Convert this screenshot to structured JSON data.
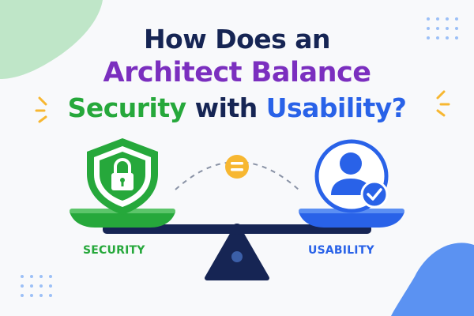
{
  "title": {
    "line1": "How Does an",
    "line2": "Architect Balance",
    "line3_part1": "Security",
    "line3_part2": " with ",
    "line3_part3": "Usability?"
  },
  "scale": {
    "left_label": "SECURITY",
    "right_label": "USABILITY",
    "center_symbol": "="
  },
  "icons": {
    "left": "shield-lock-icon",
    "right": "user-check-icon",
    "center": "equals-icon"
  },
  "colors": {
    "navy": "#162554",
    "purple": "#7b2fbf",
    "green": "#26a83b",
    "blue": "#2962e8",
    "yellow": "#f7b731"
  }
}
